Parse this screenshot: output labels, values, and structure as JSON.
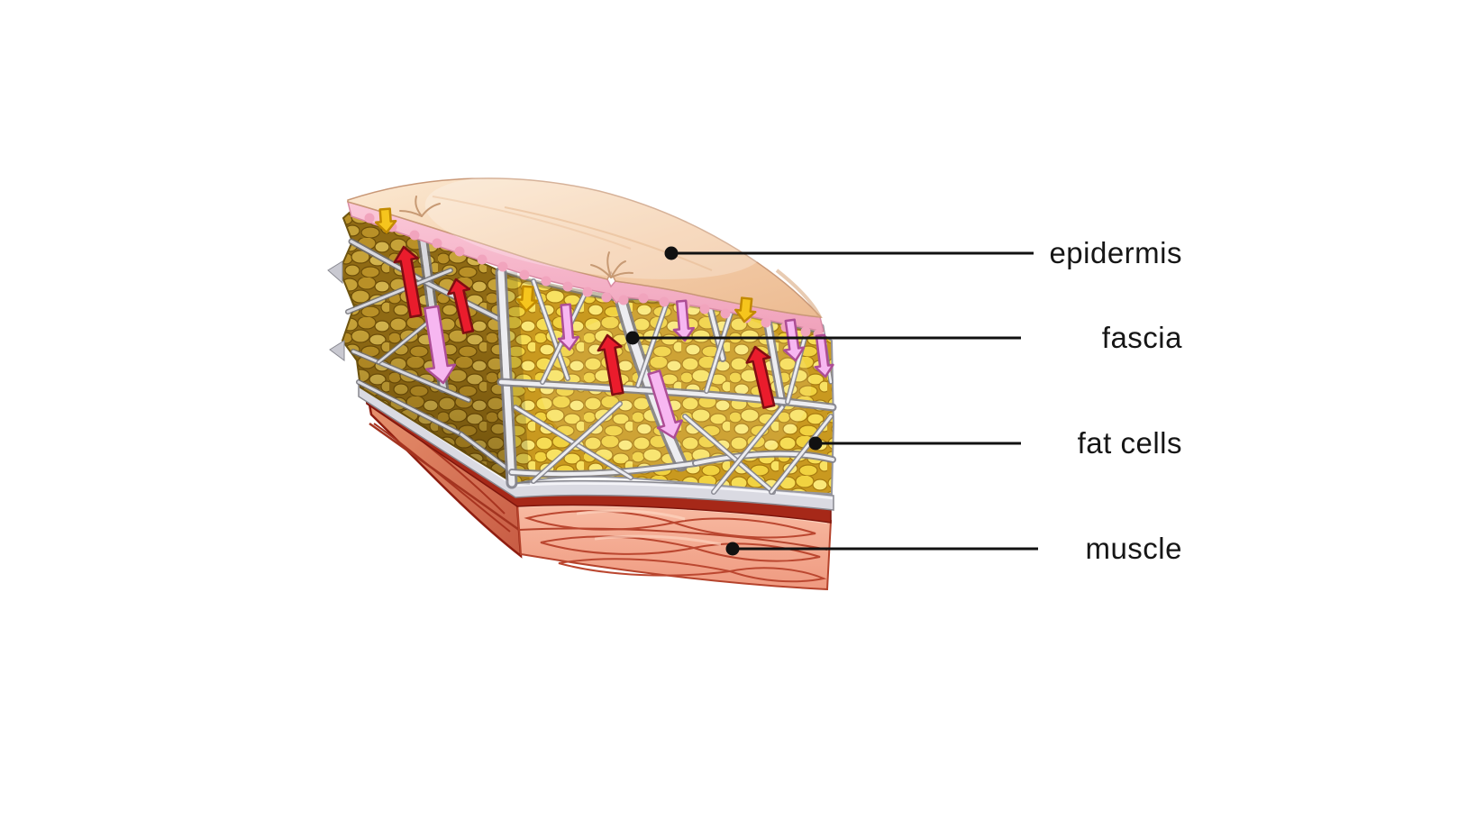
{
  "diagram": {
    "description": "Cross-section illustration of skin layers with fascia network in subcutaneous fat over muscle",
    "labels": [
      {
        "id": "epidermis",
        "text": "epidermis"
      },
      {
        "id": "fascia",
        "text": "fascia"
      },
      {
        "id": "fat-cells",
        "text": "fat cells"
      },
      {
        "id": "muscle",
        "text": "muscle"
      }
    ],
    "colors": {
      "background": "#ffffff",
      "label_text": "#161616",
      "leader_line": "#111111",
      "skin_surface": "#f2c9a4",
      "dermis_band": "#f5b0c6",
      "fat_bright": "#f0d245",
      "fat_shaded": "#bd9226",
      "fascia_band": "#ededf1",
      "muscle_front": "#f5a98f",
      "muscle_edge": "#a62818",
      "arrow_yellow_down": "#f6c51d",
      "arrow_red_up": "#ea1c2c",
      "arrow_pink_down": "#f7b7f1"
    },
    "arrow_counts": {
      "yellow_down": 3,
      "red_up": 4,
      "pink_down": 6
    }
  }
}
